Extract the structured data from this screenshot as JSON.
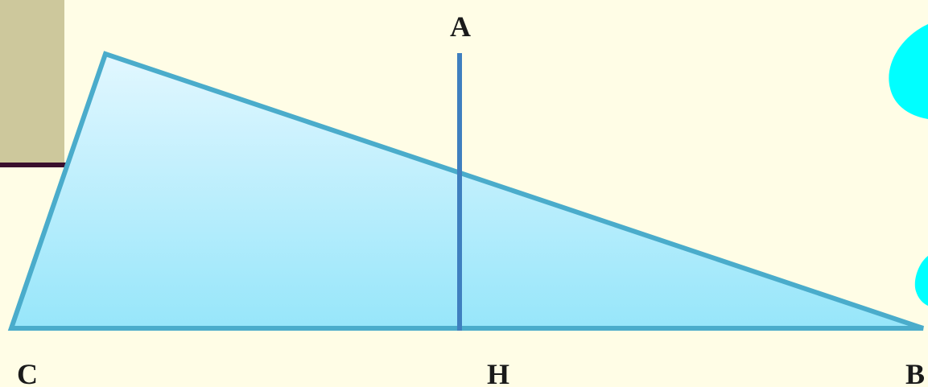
{
  "labels": {
    "a": "A",
    "c": "C",
    "h": "H",
    "b": "B"
  },
  "colors": {
    "background": "#fffde6",
    "side_panel": "#cdc89c",
    "panel_rule": "#3a0f2e",
    "triangle_fill_top": "#e2f7ff",
    "triangle_fill_bottom": "#97e6fa",
    "triangle_stroke": "#4aaccb",
    "height_line": "#3f7fbf",
    "cyan_shape": "#00ffff"
  }
}
